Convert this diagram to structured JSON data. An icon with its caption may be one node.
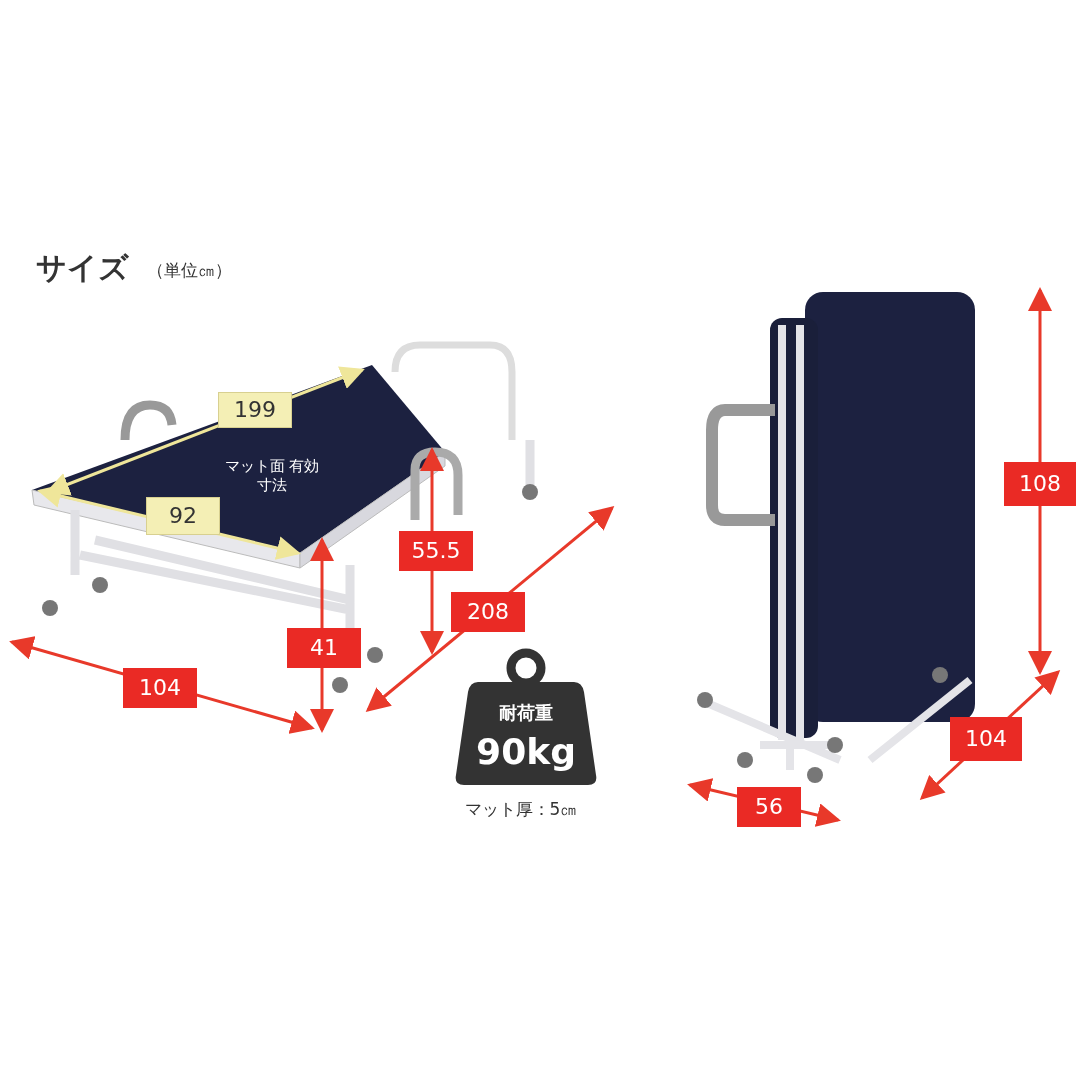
{
  "diagram": {
    "title": "サイズ",
    "labels": [
      "（単位㎝）",
      "199",
      "マット面 有効寸法",
      "92",
      "55.5",
      "41",
      "208",
      "104",
      "耐荷重",
      "90kg",
      "マット厚：5㎝",
      "108",
      "104",
      "56"
    ]
  }
}
